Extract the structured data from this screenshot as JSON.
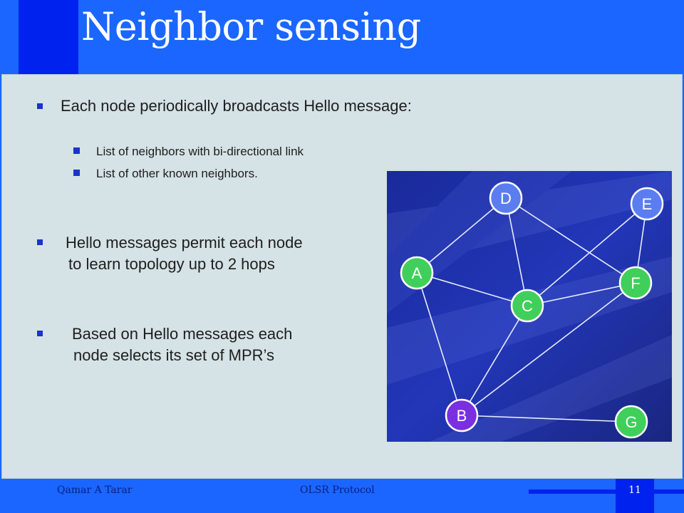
{
  "slide": {
    "title": "Neighbor sensing",
    "bullets": {
      "b1": "Each node periodically broadcasts Hello message:",
      "sub1": "List of neighbors with bi-directional link",
      "sub2": "List of other known neighbors.",
      "p1_line1": "Hello messages permit each node",
      "p1_line2": "to learn topology up to 2 hops",
      "p2_line1": "Based on Hello messages each",
      "p2_line2": "node selects its set of MPR’s"
    },
    "graph": {
      "nodes": [
        {
          "id": "D",
          "color": "#5a7df0"
        },
        {
          "id": "E",
          "color": "#5a7df0"
        },
        {
          "id": "A",
          "color": "#3fcf5a"
        },
        {
          "id": "F",
          "color": "#3fcf5a"
        },
        {
          "id": "C",
          "color": "#3fcf5a"
        },
        {
          "id": "B",
          "color": "#7a2fe0"
        },
        {
          "id": "G",
          "color": "#3fcf5a"
        }
      ],
      "edges": [
        [
          "D",
          "A"
        ],
        [
          "D",
          "C"
        ],
        [
          "D",
          "F"
        ],
        [
          "E",
          "C"
        ],
        [
          "E",
          "F"
        ],
        [
          "A",
          "C"
        ],
        [
          "A",
          "B"
        ],
        [
          "C",
          "F"
        ],
        [
          "C",
          "B"
        ],
        [
          "F",
          "B"
        ],
        [
          "B",
          "G"
        ]
      ]
    }
  },
  "footer": {
    "author": "Qamar A Tarar",
    "presentation": "OLSR Protocol",
    "page": "11"
  }
}
